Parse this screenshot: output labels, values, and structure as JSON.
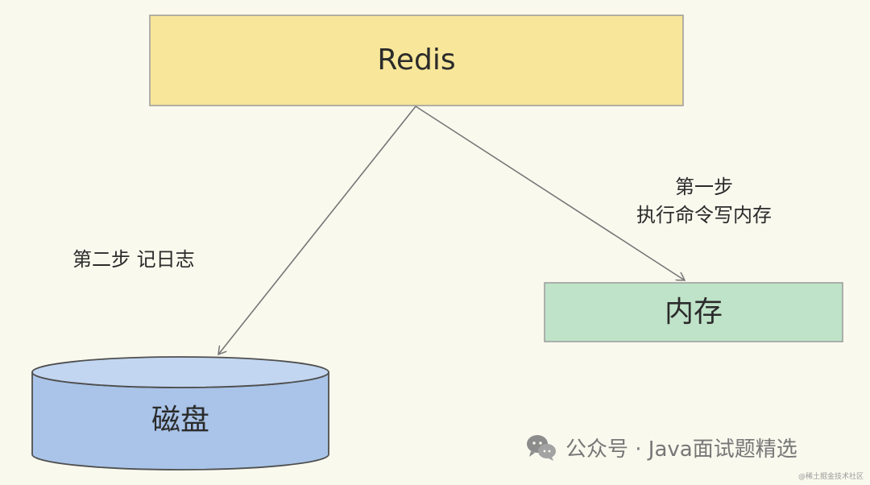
{
  "diagram": {
    "nodes": {
      "redis": {
        "label": "Redis",
        "fill": "#f8e69a",
        "stroke": "#9b9b9b"
      },
      "memory": {
        "label": "内存",
        "fill": "#bfe3c8",
        "stroke": "#9b9b9b"
      },
      "disk": {
        "label": "磁盘",
        "fill": "#a9c4e8",
        "top_fill": "#c2d6f1",
        "stroke": "#4f4f4f"
      }
    },
    "edges": [
      {
        "from": "redis",
        "to": "memory",
        "label_lines": [
          "第一步",
          "执行命令写内存"
        ]
      },
      {
        "from": "redis",
        "to": "disk",
        "label_lines": [
          "第二步  记日志"
        ]
      }
    ]
  },
  "watermark": {
    "icon": "wechat-icon",
    "text": "公众号 · Java面试题精选"
  },
  "corner_text": "@稀土掘金技术社区"
}
